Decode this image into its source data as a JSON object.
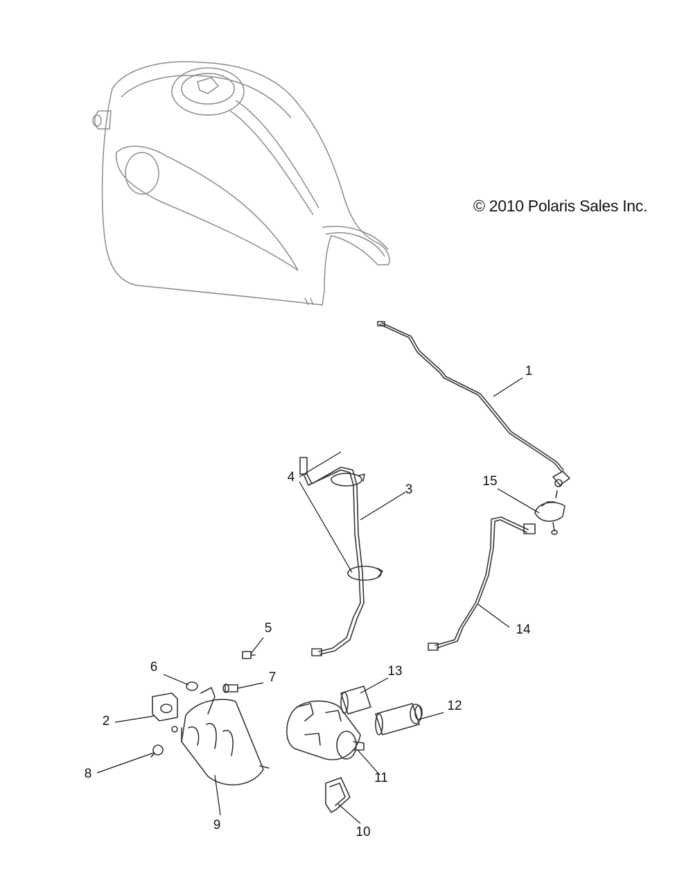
{
  "copyright": "© 2010 Polaris Sales Inc.",
  "callouts": {
    "c1": "1",
    "c2": "2",
    "c3": "3",
    "c4": "4",
    "c5": "5",
    "c6": "6",
    "c7": "7",
    "c8": "8",
    "c9": "9",
    "c10": "10",
    "c11": "11",
    "c12": "12",
    "c13": "13",
    "c14": "14",
    "c15": "15"
  }
}
